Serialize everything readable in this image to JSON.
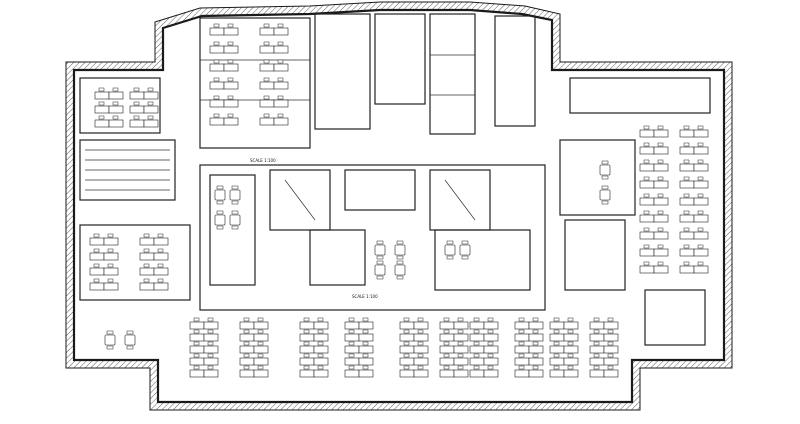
{
  "plan": {
    "labels": [
      {
        "id": "zone-label-1",
        "text": "SCALE 1:100"
      },
      {
        "id": "zone-label-2",
        "text": "SCALE 1:100"
      }
    ]
  }
}
